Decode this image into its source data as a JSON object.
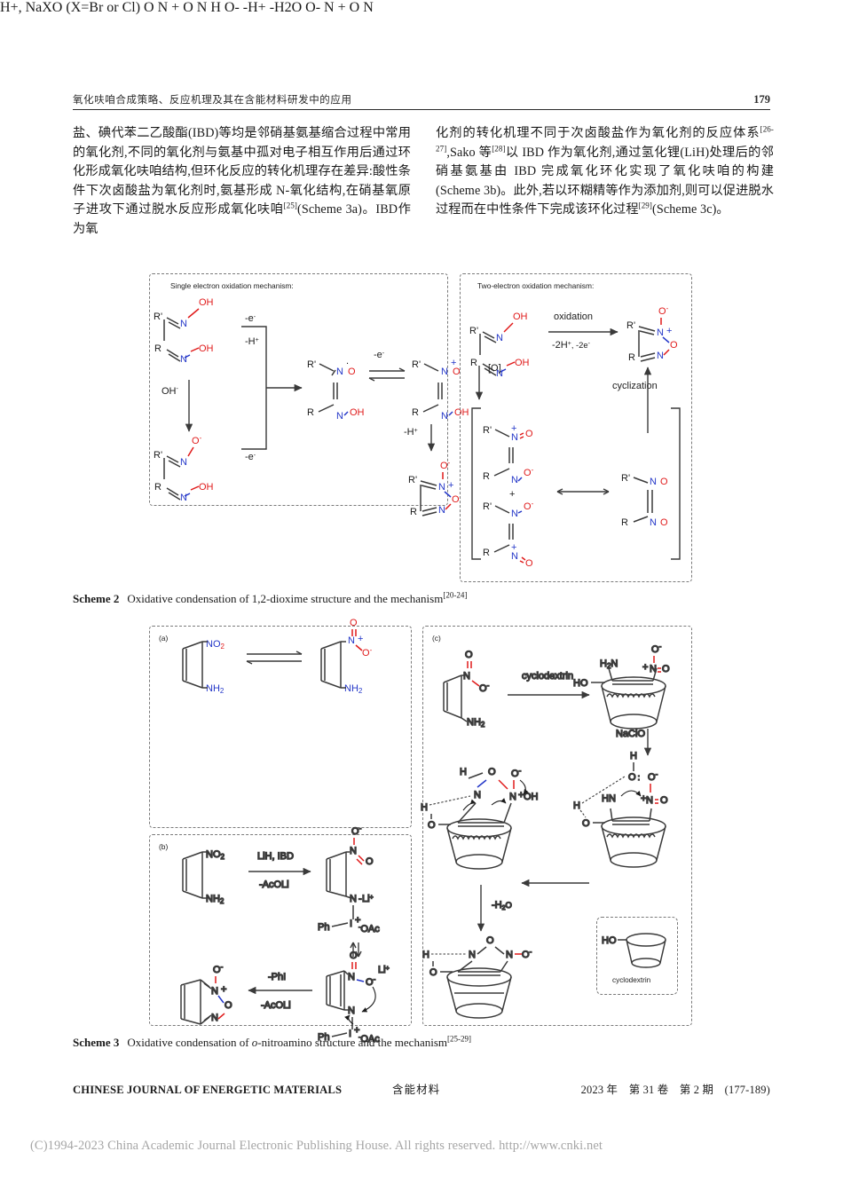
{
  "page": {
    "number": "179",
    "running_head": "氧化呋咱合成策略、反应机理及其在含能材料研发中的应用"
  },
  "columns": {
    "left": "盐、碘代苯二乙酸酯(IBD)等均是邻硝基氨基缩合过程中常用的氧化剂,不同的氧化剂与氨基中孤对电子相互作用后通过环化形成氧化呋咱结构,但环化反应的转化机理存在差异:酸性条件下次卤酸盐为氧化剂时,氨基形成 N-氧化结构,在硝基氧原子进攻下通过脱水反应形成氧化呋咱[25](Scheme 3a)。IBD作为氧",
    "left_parts": {
      "p1": "盐、碘代苯二乙酸酯(IBD)等均是邻硝基氨基缩合过程中常用的氧化剂,不同的氧化剂与氨基中孤对电子相互作用后通过环化形成氧化呋咱结构,但环化反应的转化机理存在差异:酸性条件下次卤酸盐为氧化剂时,氨基形成 N-氧化结构,在硝基氧原子进攻下通过脱水反应形成氧化呋咱",
      "ref1": "[25]",
      "p2": "(Scheme 3a)。IBD作为氧"
    },
    "right_parts": {
      "p1": "化剂的转化机理不同于次卤酸盐作为氧化剂的反应体系",
      "ref1": "[26-27]",
      "p2": ",Sako 等",
      "ref2": "[28]",
      "p3": "以 IBD 作为氧化剂,通过氢化锂(LiH)处理后的邻硝基氨基由 IBD 完成氧化环化实现了氧化呋咱的构建(Scheme 3b)。此外,若以环糊精等作为添加剂,则可以促进脱水过程而在中性条件下完成该环化过程",
      "ref3": "[29]",
      "p4": "(Scheme 3c)。"
    }
  },
  "scheme2": {
    "caption_label": "Scheme 2",
    "caption_text_a": "Oxidative condensation of 1,2-dioxime structure and the mechanism",
    "caption_ref": "[20-24]",
    "left_panel": {
      "title": "Single electron oxidation mechanism:",
      "labels": [
        "-e⁻",
        "-H⁺",
        "OH⁻",
        "-e⁻",
        "-e⁻",
        "-H⁺"
      ],
      "atoms": {
        "R_prime": "R'",
        "R": "R",
        "OH": "OH",
        "N": "N",
        "O": "O",
        "NO": "NO"
      }
    },
    "right_panel": {
      "title": "Two-electron oxidation mechanism:",
      "labels": [
        "oxidation",
        "-2H⁺, -2e⁻",
        "[O]",
        "cyclization",
        "+"
      ],
      "atoms": {
        "R_prime": "R'",
        "R": "R",
        "OH": "OH",
        "NO": "NO"
      }
    }
  },
  "scheme3": {
    "caption_label": "Scheme 3",
    "caption_text_a": "Oxidative condensation of ",
    "caption_italic": "o",
    "caption_text_b": "-nitroamino structure and the mechanism",
    "caption_ref": "[25-29]",
    "panel_a": {
      "tag": "(a)",
      "reagent": "H⁺, NaXO (X=Br or Cl)",
      "loss": "-H₂O",
      "extra": "-H⁺",
      "atoms": {
        "NO2": "NO₂",
        "NH2": "NH₂",
        "N": "N",
        "O": "O",
        "H": "H"
      }
    },
    "panel_b": {
      "tag": "(b)",
      "reagent_top": "LiH, IBD",
      "reagent_bottom": "-AcOLi",
      "loss_top": "-PhI",
      "loss_bottom": "-AcOLi",
      "atoms": {
        "NO2": "NO₂",
        "NH2": "NH₂",
        "N": "N",
        "O": "O",
        "Li": "Li⁺",
        "Ph": "Ph",
        "OAc": "OAc",
        "I": "I⁺"
      }
    },
    "panel_c": {
      "tag": "(c)",
      "reagent": "cyclodextrin",
      "oxidant": "NaClO",
      "loss": "-H₂O",
      "legend_label": "cyclodextrin",
      "legend_atom": "HO",
      "atoms": {
        "H2N": "H₂N",
        "NO": "NO",
        "O": "O",
        "N": "N",
        "HO": "HO",
        "HN": "HN",
        "OH": "OH",
        "H": "H"
      }
    }
  },
  "footer": {
    "journal": "CHINESE JOURNAL OF ENERGETIC MATERIALS",
    "journal_cn": "含能材料",
    "issue": "2023 年　第 31 卷　第 2 期　(177-189)",
    "copyright": "(C)1994-2023 China Academic Journal Electronic Publishing House. All rights reserved.    http://www.cnki.net"
  },
  "colors": {
    "nitrogen": "#2437c8",
    "oxygen": "#e01b1b",
    "carbon": "#1c1c1c",
    "rule": "#2b2b2b",
    "dash_border": "#7a7a7a",
    "copyright_gray": "#a6a6a6"
  }
}
